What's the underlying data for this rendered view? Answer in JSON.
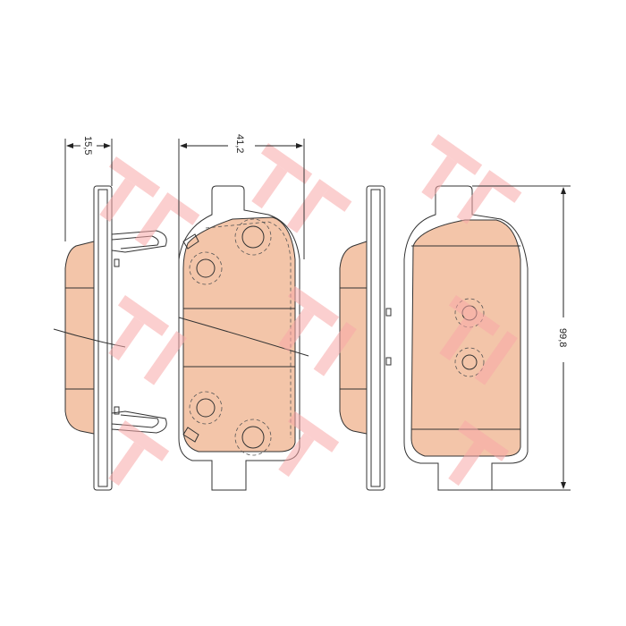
{
  "drawing": {
    "dimensions": {
      "thickness": "15,5",
      "width": "41,2",
      "height": "99,8"
    },
    "watermark": "TRW",
    "colors": {
      "friction_material": "#f3c5a9",
      "watermark": "#f7a8a8",
      "lines": "#333333"
    }
  }
}
